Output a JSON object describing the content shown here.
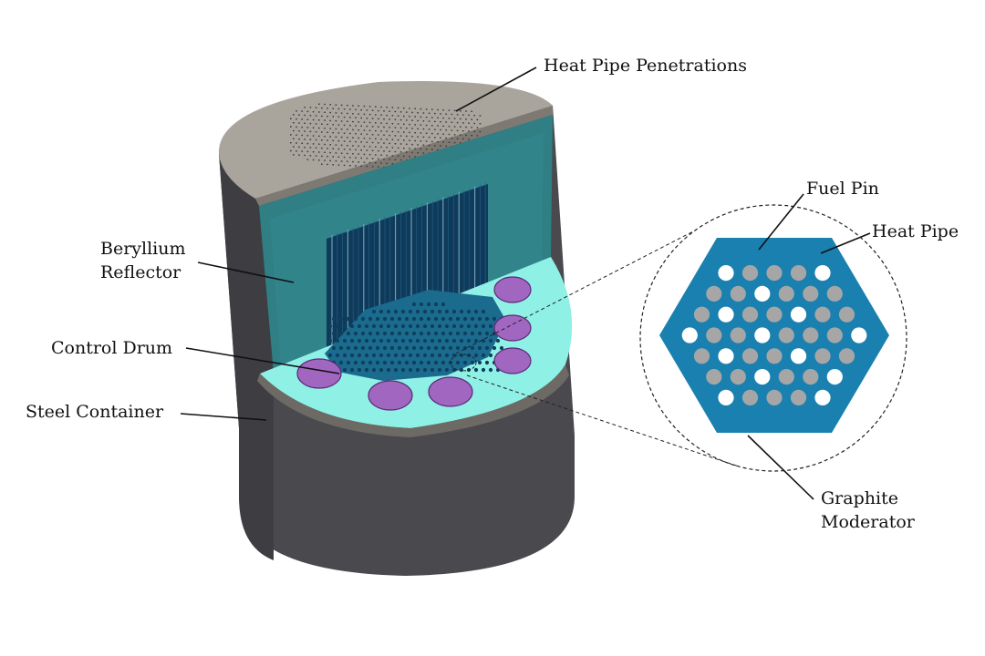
{
  "labels": {
    "heat_pipe_penetrations": "Heat Pipe Penetrations",
    "beryllium_reflector": [
      "Beryllium",
      "Reflector"
    ],
    "control_drum": "Control Drum",
    "steel_container": "Steel Container",
    "fuel_pin": "Fuel Pin",
    "heat_pipe": "Heat Pipe",
    "graphite_moderator": [
      "Graphite",
      "Moderator"
    ]
  },
  "colors": {
    "steel_container": "#4a4a4e",
    "top_cap": "#a9a59d",
    "beryllium_reflector": "#2f7f84",
    "core_block": "#103a5a",
    "bottom_reflector": "#8ff0e6",
    "control_drum": "#a066c0",
    "graphite_moderator": "#1a80b0",
    "fuel_pin": "#a6a6a6",
    "heat_pipe": "#ffffff"
  },
  "hex_cell": {
    "rows": [
      [
        "white",
        "gray",
        "gray",
        "gray",
        "white"
      ],
      [
        "gray",
        "gray",
        "white",
        "gray",
        "gray",
        "gray"
      ],
      [
        "gray",
        "white",
        "gray",
        "gray",
        "white",
        "gray",
        "gray"
      ],
      [
        "white",
        "gray",
        "gray",
        "white",
        "gray",
        "gray",
        "gray",
        "white"
      ],
      [
        "gray",
        "white",
        "gray",
        "gray",
        "white",
        "gray",
        "gray"
      ],
      [
        "gray",
        "gray",
        "white",
        "gray",
        "gray",
        "white"
      ],
      [
        "white",
        "gray",
        "gray",
        "gray",
        "white"
      ]
    ]
  }
}
